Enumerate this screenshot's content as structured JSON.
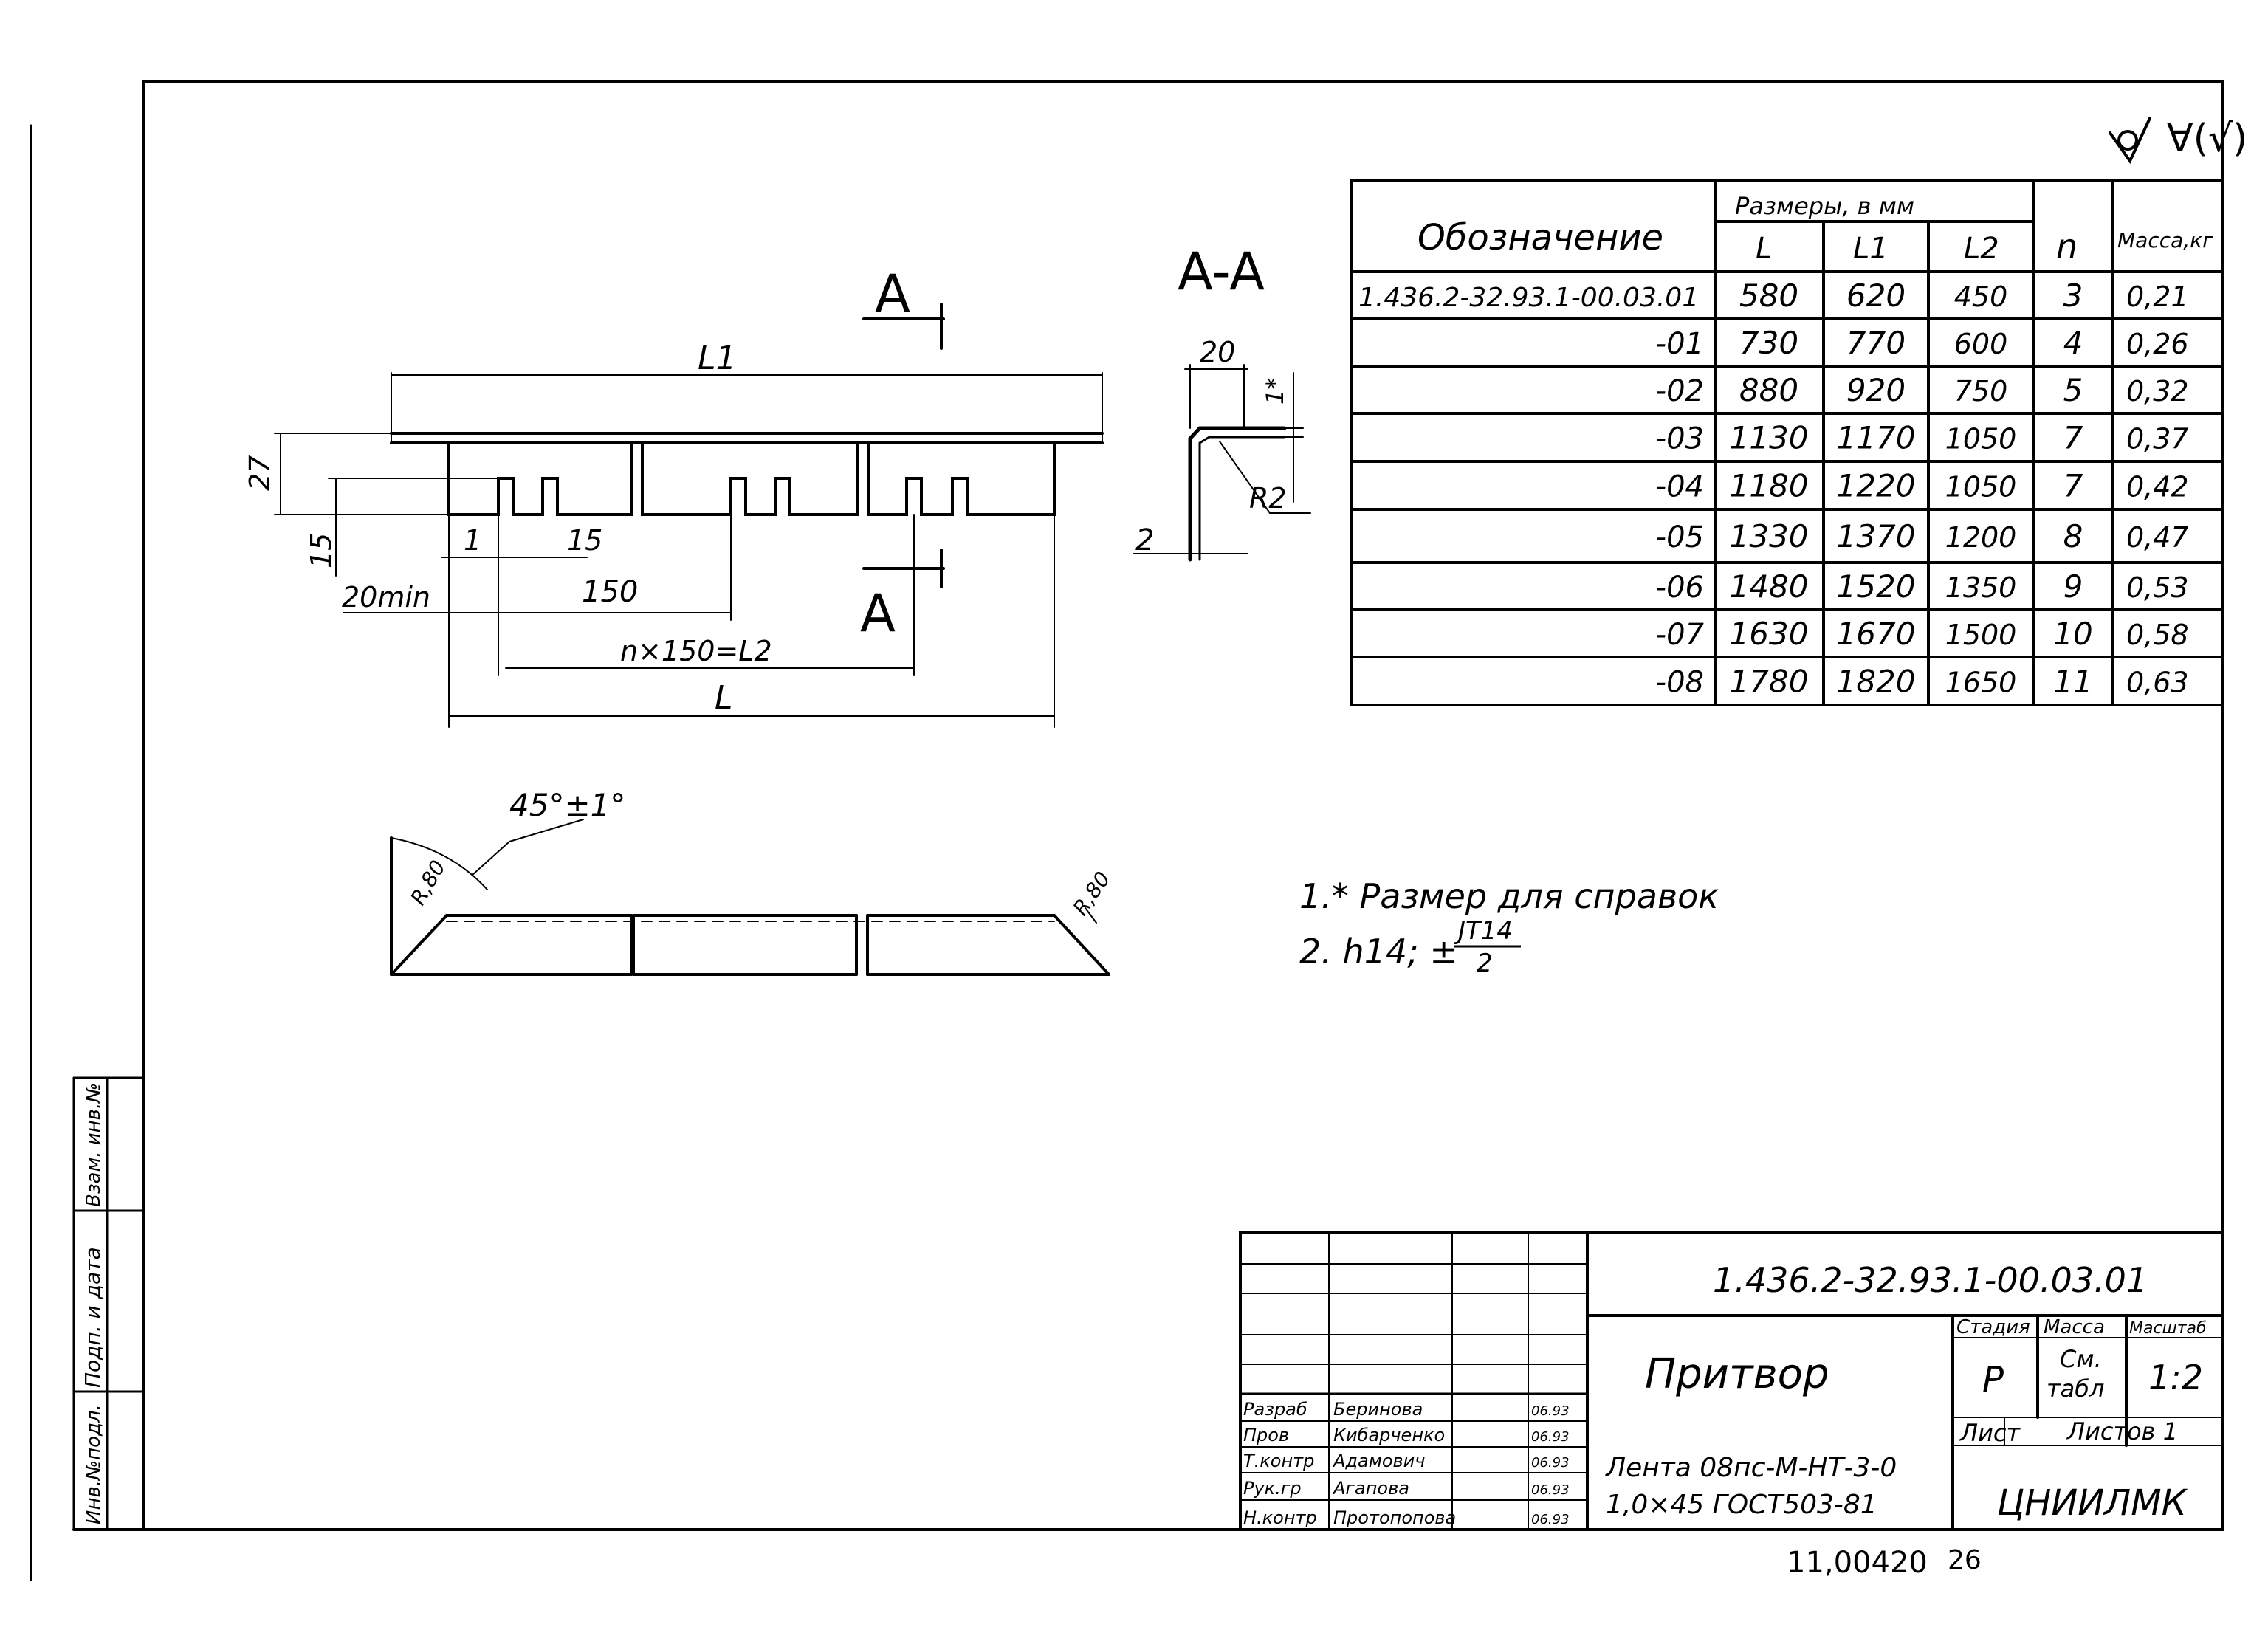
{
  "roughness_symbol": "∀(√)",
  "drawing": {
    "dim_L1": "L1",
    "dim_27": "27",
    "dim_15_left": "15",
    "dim_1": "1",
    "dim_15_slot": "15",
    "dim_20min": "20min",
    "dim_150": "150",
    "dim_n150": "n×150=L2",
    "dim_L": "L",
    "section_mark_top": "A",
    "section_mark_bottom": "A",
    "section_title": "A-A",
    "sec_dim_20": "20",
    "sec_dim_1": "1*",
    "sec_dim_R2": "R2",
    "sec_dim_2": "2",
    "angle_dim": "45°±1°",
    "r_left": "R,80",
    "r_right": "R,80"
  },
  "notes": {
    "note1": "1.* Размер для справок",
    "note2_prefix": "2. h14; ±",
    "note2_num": "ЈТ14",
    "note2_den": "2"
  },
  "spec_table": {
    "header_designation": "Обозначение",
    "header_sizes": "Размеры, в мм",
    "header_L": "L",
    "header_L1": "L1",
    "header_L2": "L2",
    "header_n": "n",
    "header_mass": "Масса,кг",
    "rows": [
      {
        "des": "1.436.2-32.93.1-00.03.01",
        "L": "580",
        "L1": "620",
        "L2": "450",
        "n": "3",
        "m": "0,21"
      },
      {
        "des": "-01",
        "L": "730",
        "L1": "770",
        "L2": "600",
        "n": "4",
        "m": "0,26"
      },
      {
        "des": "-02",
        "L": "880",
        "L1": "920",
        "L2": "750",
        "n": "5",
        "m": "0,32"
      },
      {
        "des": "-03",
        "L": "1130",
        "L1": "1170",
        "L2": "1050",
        "n": "7",
        "m": "0,37"
      },
      {
        "des": "-04",
        "L": "1180",
        "L1": "1220",
        "L2": "1050",
        "n": "7",
        "m": "0,42"
      },
      {
        "des": "-05",
        "L": "1330",
        "L1": "1370",
        "L2": "1200",
        "n": "8",
        "m": "0,47"
      },
      {
        "des": "-06",
        "L": "1480",
        "L1": "1520",
        "L2": "1350",
        "n": "9",
        "m": "0,53"
      },
      {
        "des": "-07",
        "L": "1630",
        "L1": "1670",
        "L2": "1500",
        "n": "10",
        "m": "0,58"
      },
      {
        "des": "-08",
        "L": "1780",
        "L1": "1820",
        "L2": "1650",
        "n": "11",
        "m": "0,63"
      }
    ]
  },
  "title_block": {
    "doc_number": "1.436.2-32.93.1-00.03.01",
    "part_name": "Притвор",
    "material_line1": "Лента 08пс-М-НТ-3-0",
    "material_line2": "1,0×45 ГОСТ503-81",
    "stage_label": "Стадия",
    "mass_label": "Масса",
    "scale_label": "Масштаб",
    "stage_value": "Р",
    "mass_value_1": "См.",
    "mass_value_2": "табл",
    "scale_value": "1:2",
    "sheet_label": "Лист",
    "sheets_label": "Листов 1",
    "organization": "ЦНИИЛМК",
    "roles": [
      {
        "role": "Разраб",
        "name": "Беринова",
        "date": "06.93"
      },
      {
        "role": "Пров",
        "name": "Кибарченко",
        "date": "06.93"
      },
      {
        "role": "Т.контр",
        "name": "Адамович",
        "date": "06.93"
      },
      {
        "role": "Рук.гр",
        "name": "Агапова",
        "date": "06.93"
      },
      {
        "role": "Н.контр",
        "name": "Протопопова",
        "date": "06.93"
      }
    ]
  },
  "side_stamp": {
    "inv_no": "Инв.№подл.",
    "sign_date": "Подп. и дата",
    "replace_inv": "Взам. инв.№"
  },
  "footer": {
    "archive_no": "11,00420",
    "page_no": "26"
  }
}
